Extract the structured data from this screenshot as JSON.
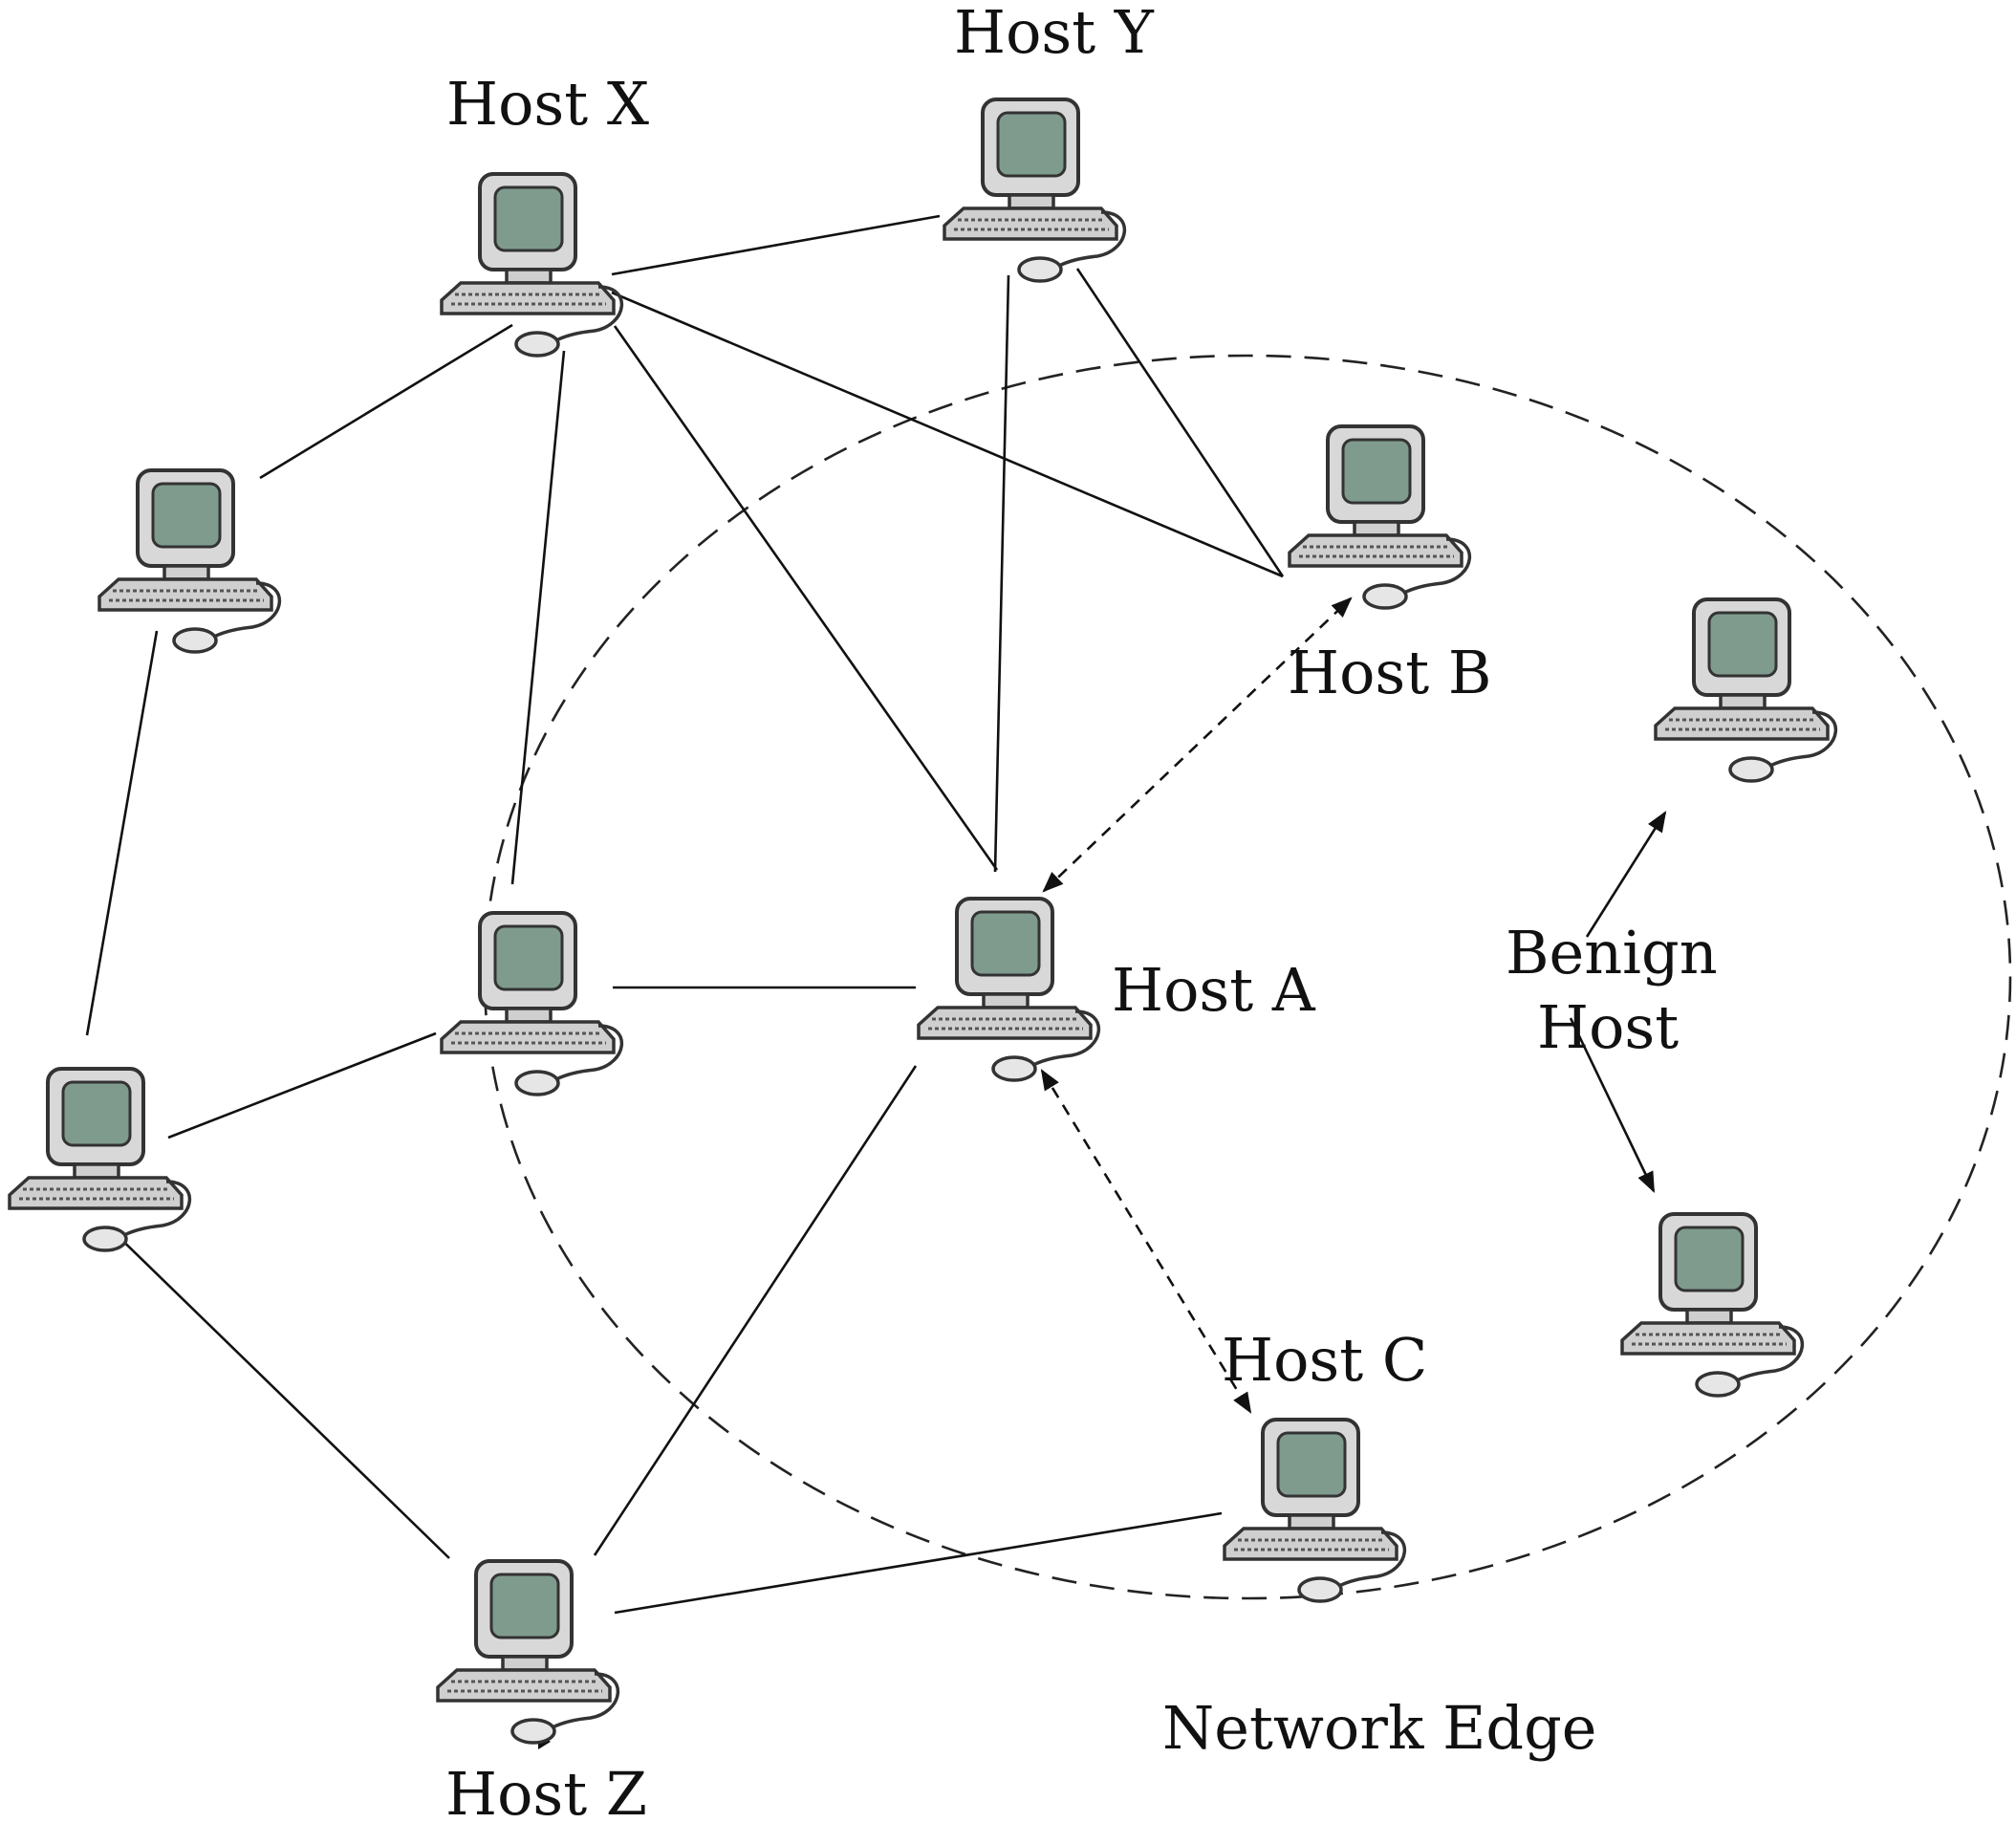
{
  "labels": {
    "host_x": "Host X",
    "host_y": "Host Y",
    "host_a": "Host A",
    "host_b": "Host B",
    "host_c": "Host C",
    "host_z": "Host Z",
    "benign_line1": "Benign",
    "benign_line2": "Host",
    "network_edge": "Network Edge"
  },
  "icons": {
    "computer": "desktop-computer-icon"
  }
}
